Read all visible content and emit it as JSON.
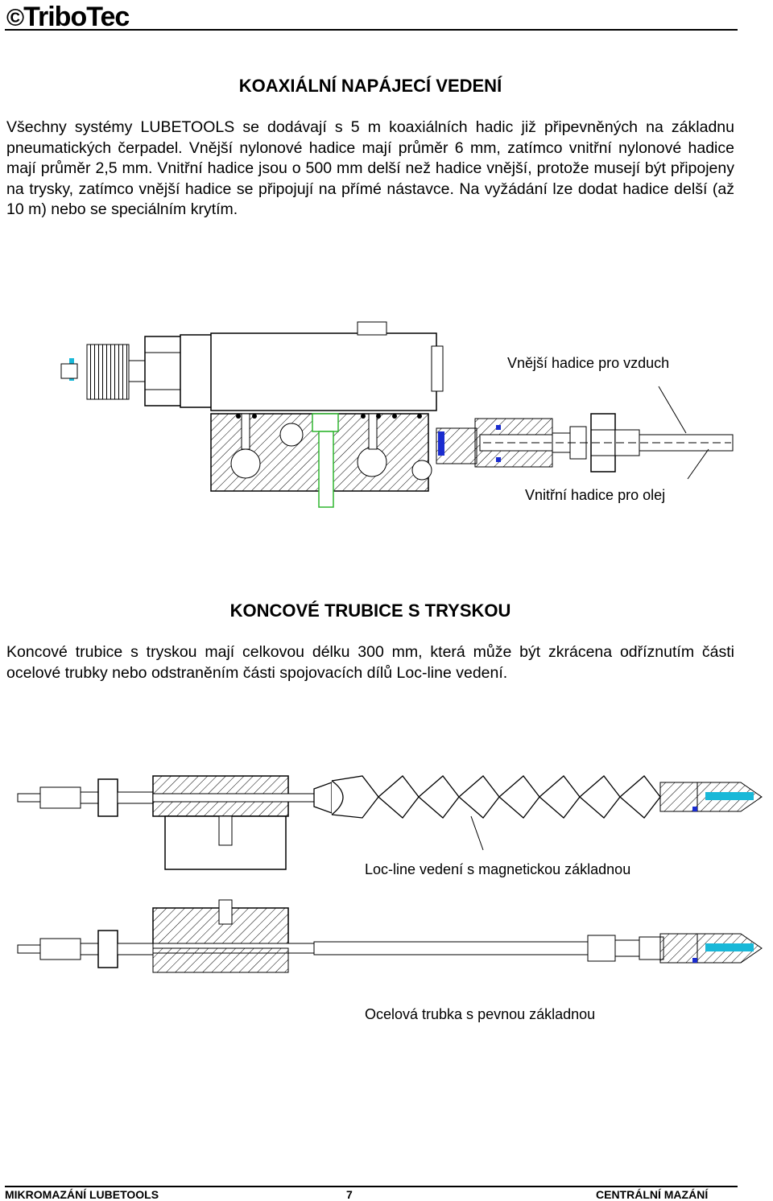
{
  "header": {
    "logo_text": "TriboTec",
    "logo_symbol": "©"
  },
  "section1": {
    "title": "KOAXIÁLNÍ NAPÁJECÍ VEDENÍ",
    "paragraph": "Všechny systémy LUBETOOLS se dodávají s 5 m koaxiálních hadic již připevněných na základnu  pneumatických čerpadel. Vnější nylonové hadice mají průměr 6 mm, zatímco vnitřní nylonové hadice mají průměr 2,5 mm. Vnitřní hadice jsou o 500 mm delší než hadice vnější, protože musejí být připojeny na trysky, zatímco vnější hadice se připojují na přímé nástavce. Na vyžádání lze dodat hadice delší (až 10 m) nebo se speciálním krytím."
  },
  "diagram1": {
    "label_outer": "Vnější hadice pro vzduch",
    "label_inner": "Vnitřní hadice pro olej"
  },
  "section2": {
    "title": "KONCOVÉ TRUBICE S TRYSKOU",
    "paragraph": "Koncové trubice s tryskou mají celkovou délku 300 mm, která může být zkrácena odříznutím části ocelové trubky nebo odstraněním části spojovacích dílů Loc-line vedení."
  },
  "diagram2": {
    "label_locline": "Loc-line vedení s magnetickou základnou",
    "label_steel": "Ocelová trubka s pevnou základnou"
  },
  "footer": {
    "left": "MIKROMAZÁNÍ LUBETOOLS",
    "page": "7",
    "right": "CENTRÁLNÍ MAZÁNÍ"
  },
  "colors": {
    "accent_cyan": "#19b8d8",
    "accent_blue": "#1a2ccf",
    "accent_green": "#2fb52f"
  }
}
